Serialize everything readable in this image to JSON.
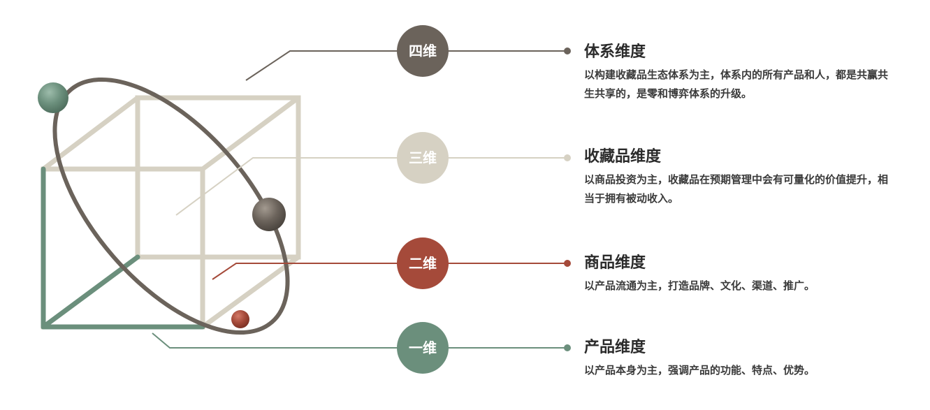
{
  "colors": {
    "dark": "#6b635b",
    "light": "#d6d1c3",
    "red": "#a54a3a",
    "green": "#6b8f7c",
    "text": "#2b2b2b"
  },
  "levels": [
    {
      "circle_label": "四维",
      "title": "体系维度",
      "desc": "以构建收藏品生态体系为主，体系内的所有产品和人，都是共赢共生共享的，是零和博弈体系的升级。",
      "color": "#6b635b"
    },
    {
      "circle_label": "三维",
      "title": "收藏品维度",
      "desc": "以商品投资为主，收藏品在预期管理中会有可量化的价值提升，相当于拥有被动收入。",
      "color": "#d6d1c3"
    },
    {
      "circle_label": "二维",
      "title": "商品维度",
      "desc": "以产品流通为主，打造品牌、文化、渠道、推广。",
      "color": "#a54a3a"
    },
    {
      "circle_label": "一维",
      "title": "产品维度",
      "desc": "以产品本身为主，强调产品的功能、特点、优势。",
      "color": "#6b8f7c"
    }
  ]
}
